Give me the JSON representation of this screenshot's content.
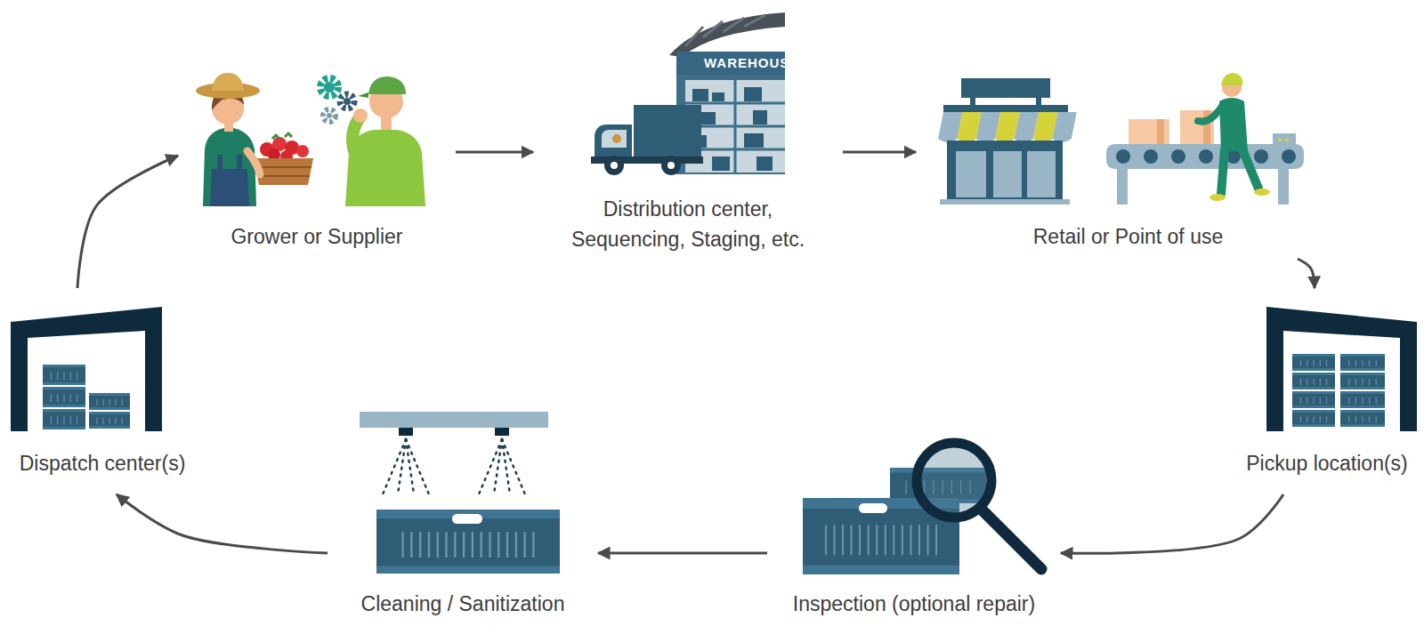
{
  "diagram": {
    "nodes": [
      {
        "text": [
          "Grower or Supplier"
        ]
      },
      {
        "text": [
          "Distribution center, Sequencing, Staging, etc."
        ]
      },
      {
        "text": [
          "Retail or Point of use"
        ]
      },
      {
        "text": [
          "Pickup location(s)"
        ]
      },
      {
        "text": [
          "Inspection (optional repair)"
        ]
      },
      {
        "text": [
          "Cleaning / Sanitization"
        ]
      },
      {
        "text": [
          "Dispatch center(s)"
        ]
      }
    ],
    "edges": [
      {
        "from": 0,
        "to": 1,
        "arrow": "to"
      },
      {
        "from": 1,
        "to": 2,
        "arrow": "to"
      },
      {
        "from": 2,
        "to": 3,
        "arrow": "to"
      },
      {
        "from": 3,
        "to": 4,
        "arrow": "to"
      },
      {
        "from": 4,
        "to": 5,
        "arrow": "to"
      },
      {
        "from": 5,
        "to": 6,
        "arrow": "to"
      },
      {
        "from": 6,
        "to": 0,
        "arrow": "to"
      }
    ],
    "labels": [
      "WAREHOUS"
    ]
  }
}
